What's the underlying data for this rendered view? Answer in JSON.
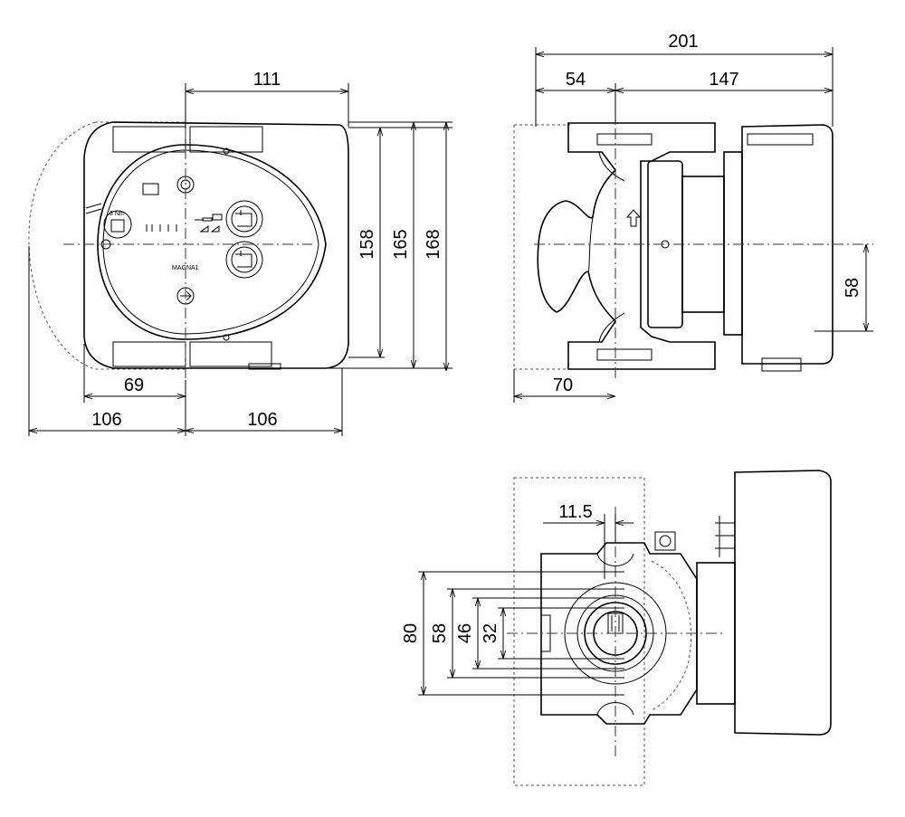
{
  "front_view": {
    "dims": {
      "top": "111",
      "h1": "158",
      "h2": "165",
      "h3": "168",
      "left_inner": "69",
      "left_outer": "106",
      "right_outer": "106"
    },
    "label_text": "MAGNA1",
    "small_text": "8 Nm"
  },
  "side_view": {
    "dims": {
      "overall": "201",
      "left": "54",
      "right": "147",
      "axis_height": "58",
      "bottom": "70"
    }
  },
  "flange_view": {
    "dims": {
      "offset": "11.5",
      "d80": "80",
      "d58": "58",
      "d46": "46",
      "d32": "32"
    }
  }
}
